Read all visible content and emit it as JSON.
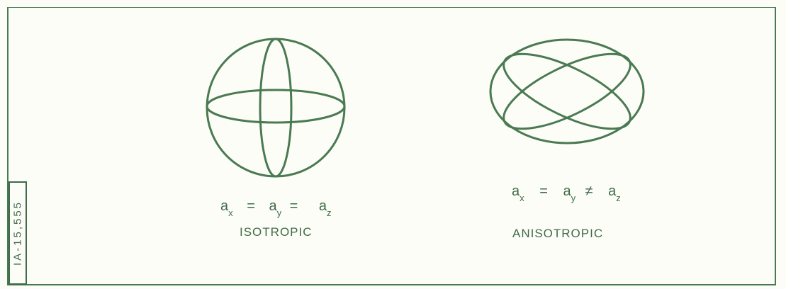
{
  "stamp_id": "IA-15,555",
  "isotropic": {
    "equation": {
      "a1": "a",
      "s1": "x",
      "op1": "=",
      "a2": "a",
      "s2": "y",
      "op2": "=",
      "a3": "a",
      "s3": "z"
    },
    "label": "ISOTROPIC"
  },
  "anisotropic": {
    "equation": {
      "a1": "a",
      "s1": "x",
      "op1": "=",
      "a2": "a",
      "s2": "y",
      "op2": "≠",
      "a3": "a",
      "s3": "z"
    },
    "label": "ANISOTROPIC"
  },
  "colors": {
    "ink": "#3f6b47",
    "background": "#fdfdf8"
  }
}
